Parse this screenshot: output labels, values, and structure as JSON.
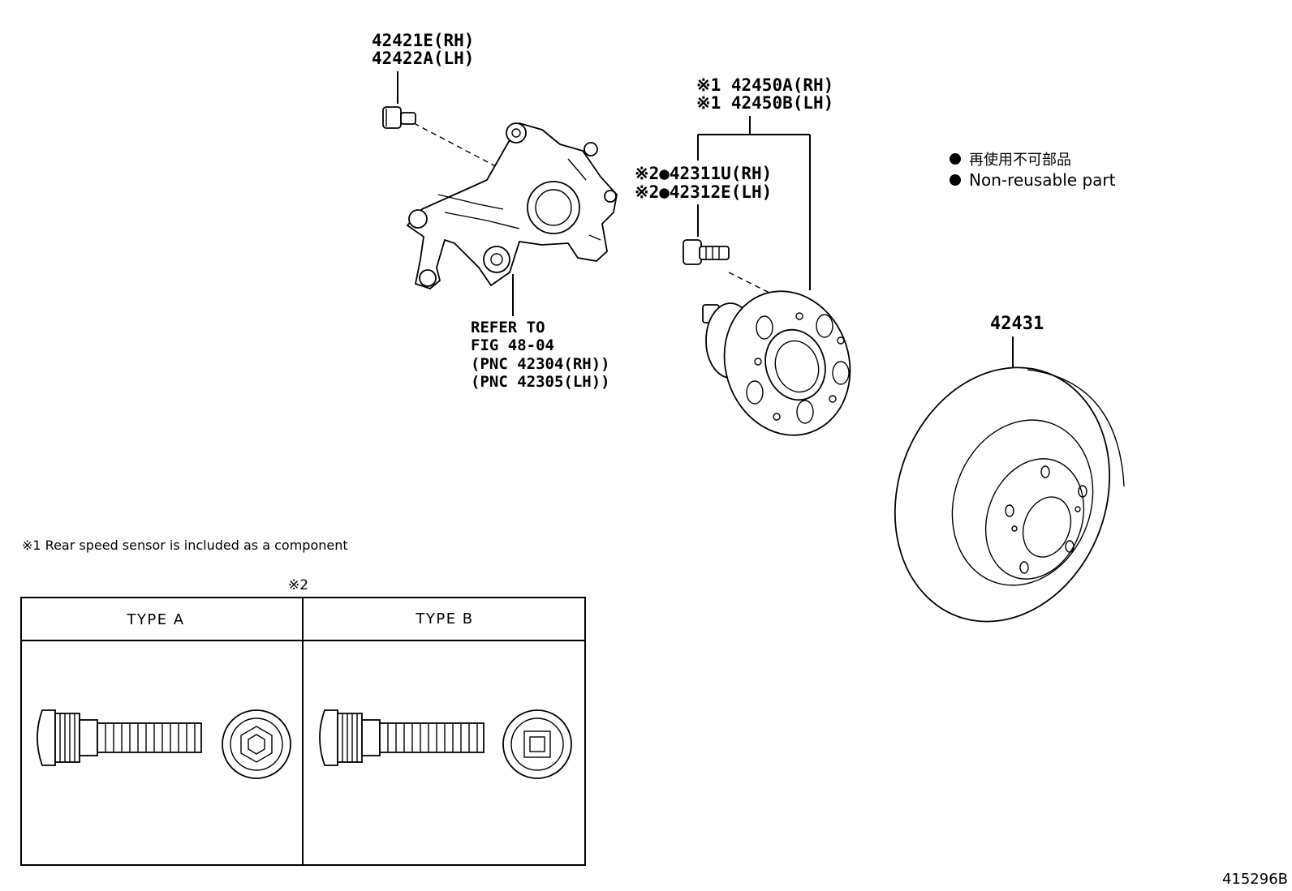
{
  "parts": {
    "knuckle_bolt": {
      "line1": "42421E(RH)",
      "line2": "42422A(LH)"
    },
    "hub_assembly": {
      "line1": "※1 42450A(RH)",
      "line2": "※1 42450B(LH)"
    },
    "hub_bolt": {
      "line1": "※2●42311U(RH)",
      "line2": "※2●42312E(LH)"
    },
    "disc": {
      "label": "42431"
    },
    "knuckle_ref": {
      "line1": "REFER TO",
      "line2": "FIG 48-04",
      "line3": "(PNC 42304(RH))",
      "line4": "(PNC 42305(LH))"
    }
  },
  "legend": {
    "jp": "再使用不可部品",
    "en": "Non-reusable part"
  },
  "footnote1": "※1 Rear speed sensor is included as a component",
  "table": {
    "marker": "※2",
    "type_a": "TYPE A",
    "type_b": "TYPE B"
  },
  "figure_id": "415296B"
}
